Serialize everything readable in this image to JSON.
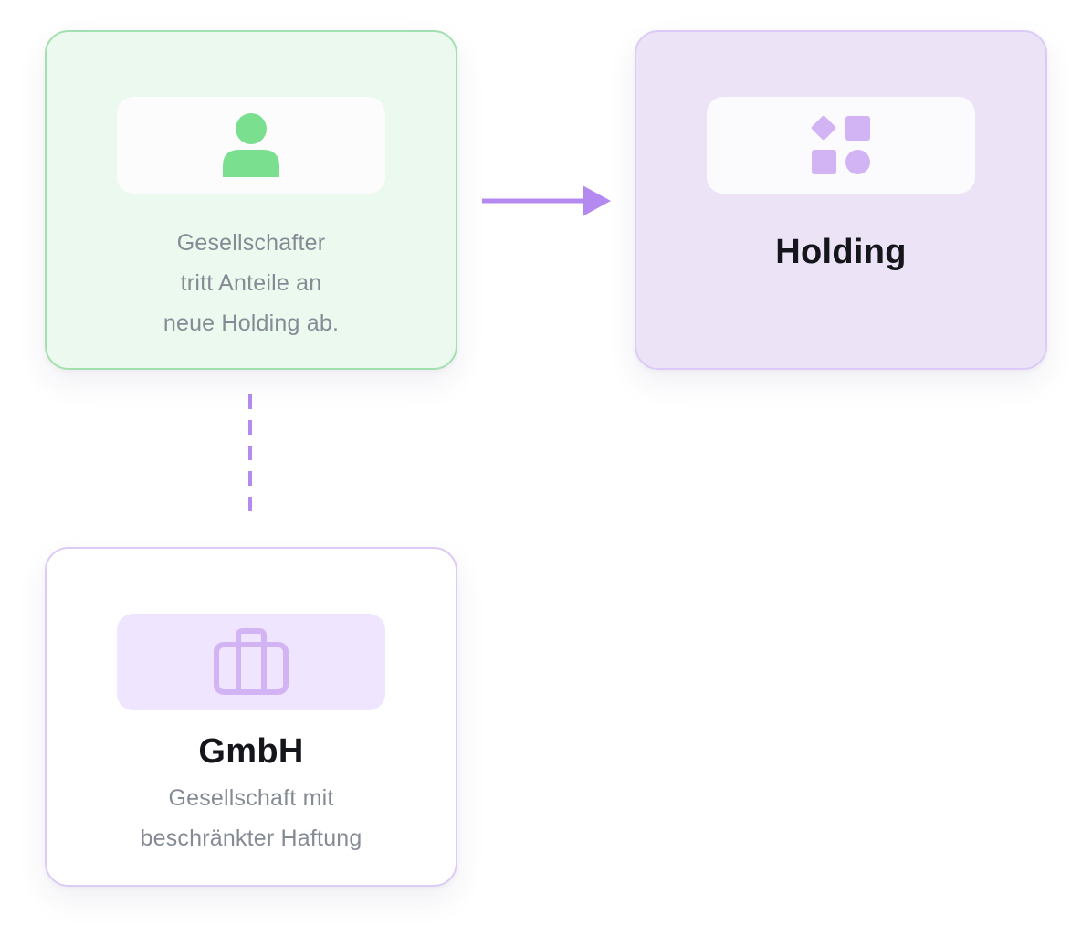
{
  "colors": {
    "green_accent": "#7adf8f",
    "purple_accent": "#b48af0",
    "lilac_icon": "#d2b4f4"
  },
  "shareholder": {
    "icon": "person-icon",
    "description_lines": [
      "Gesellschafter",
      "tritt Anteile an",
      "neue Holding ab."
    ]
  },
  "holding": {
    "icon": "shapes-icon",
    "title": "Holding"
  },
  "gmbh": {
    "icon": "briefcase-icon",
    "title": "GmbH",
    "description_lines": [
      "Gesellschaft mit",
      "beschränkter Haftung"
    ]
  }
}
